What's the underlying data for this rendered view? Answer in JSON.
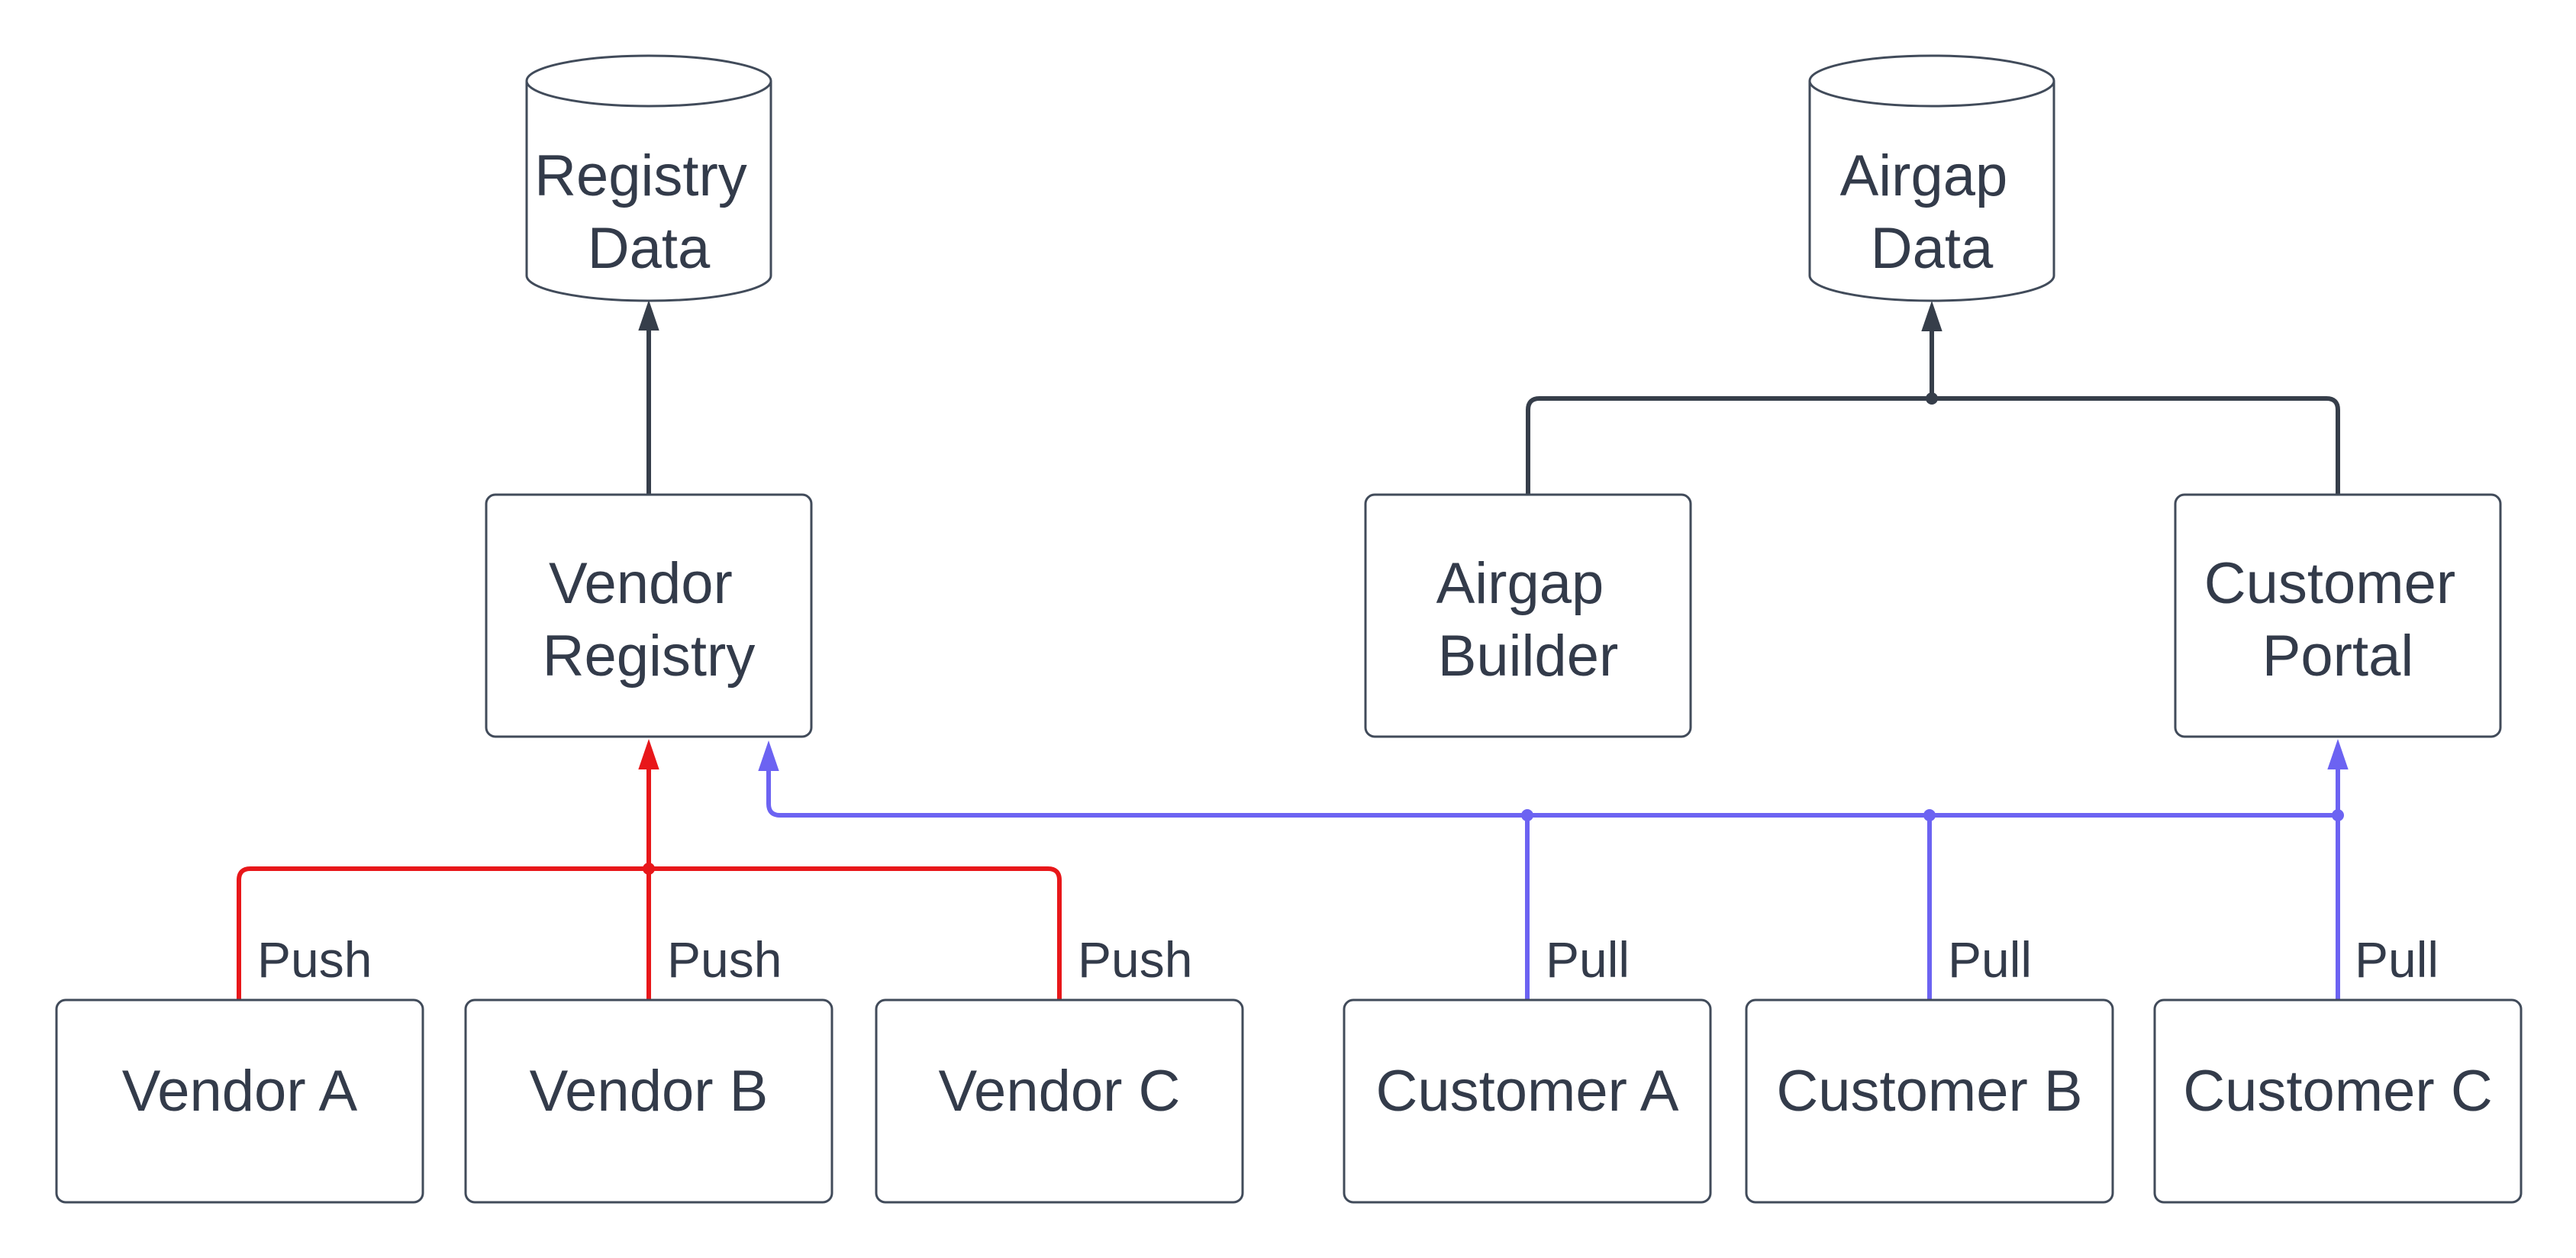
{
  "colors": {
    "background": "#ffffff",
    "node_fill": "#ffffff",
    "node_border": "#414b5a",
    "text": "#333b4a",
    "edge_dark": "#363e4a",
    "edge_push": "#e8171a",
    "edge_pull": "#6c63f2"
  },
  "datastores": [
    {
      "id": "registry-data",
      "lines": [
        "Registry",
        "Data"
      ]
    },
    {
      "id": "airgap-data",
      "lines": [
        "Airgap",
        "Data"
      ]
    }
  ],
  "services": [
    {
      "id": "vendor-registry",
      "lines": [
        "Vendor",
        "Registry"
      ]
    },
    {
      "id": "airgap-builder",
      "lines": [
        "Airgap",
        "Builder"
      ]
    },
    {
      "id": "customer-portal",
      "lines": [
        "Customer",
        "Portal"
      ]
    }
  ],
  "endpoints": [
    {
      "id": "vendor-a",
      "label": "Vendor A"
    },
    {
      "id": "vendor-b",
      "label": "Vendor B"
    },
    {
      "id": "vendor-c",
      "label": "Vendor C"
    },
    {
      "id": "customer-a",
      "label": "Customer A"
    },
    {
      "id": "customer-b",
      "label": "Customer B"
    },
    {
      "id": "customer-c",
      "label": "Customer C"
    }
  ],
  "edge_labels": {
    "push_a": "Push",
    "push_b": "Push",
    "push_c": "Push",
    "pull_a": "Pull",
    "pull_b": "Pull",
    "pull_c": "Pull"
  }
}
